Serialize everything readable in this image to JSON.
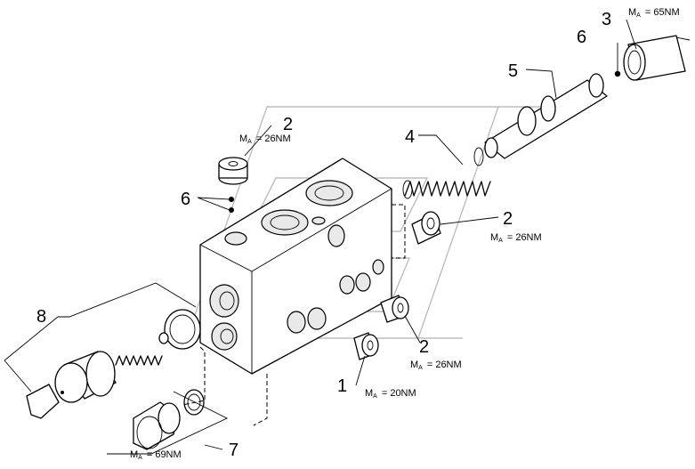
{
  "callouts": {
    "c1": "1",
    "c2a": "2",
    "c2b": "2",
    "c2c": "2",
    "c3": "3",
    "c4": "4",
    "c5": "5",
    "c6a": "6",
    "c6b": "6",
    "c7": "7",
    "c8": "8"
  },
  "torques": {
    "t3": {
      "m": "M",
      "sub": "A",
      "val": "= 65NM"
    },
    "t2a": {
      "m": "M",
      "sub": "A",
      "val": "= 26NM"
    },
    "t2b": {
      "m": "M",
      "sub": "A",
      "val": "= 26NM"
    },
    "t2c": {
      "m": "M",
      "sub": "A",
      "val": "= 26NM"
    },
    "t1": {
      "m": "M",
      "sub": "A",
      "val": "= 20NM"
    },
    "t7": {
      "m": "M",
      "sub": "A",
      "val": "= 69NM"
    }
  }
}
